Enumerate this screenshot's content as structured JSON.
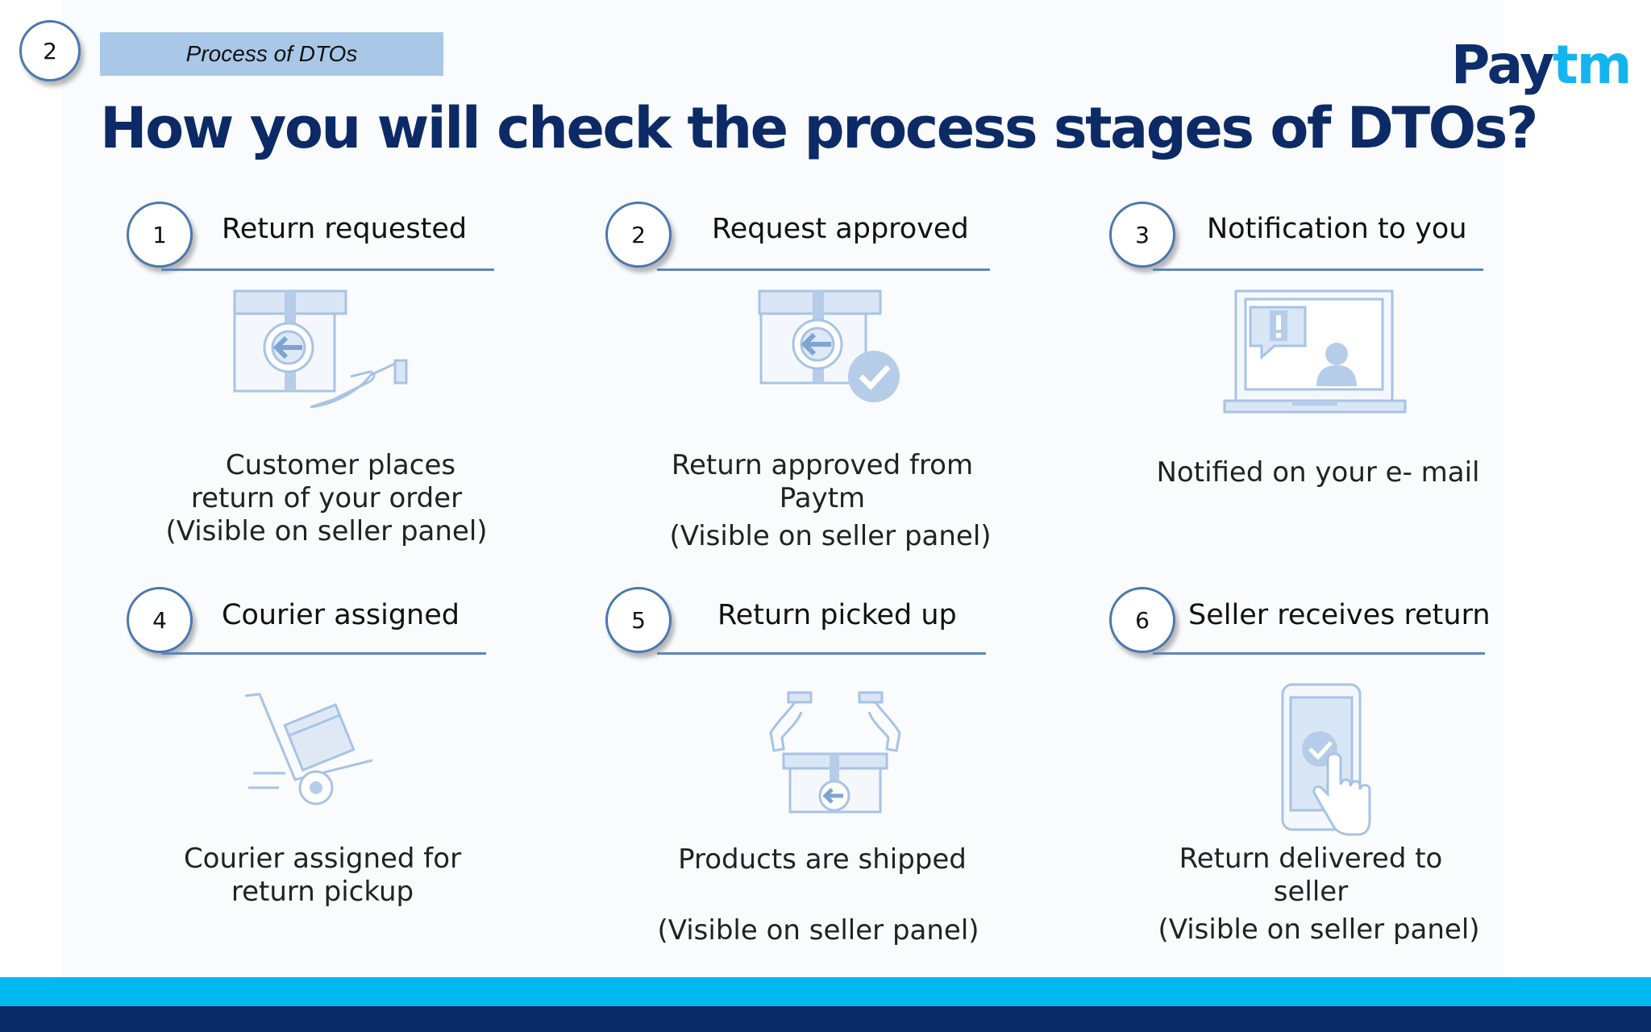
{
  "header": {
    "slide_number": "2",
    "section_label": "Process of DTOs",
    "logo_text_part1": "Pay",
    "logo_text_part2": "tm",
    "title": "How you will check the process stages of DTOs?"
  },
  "steps": [
    {
      "number": "1",
      "title": "Return requested",
      "icon": "box-return-hand-icon",
      "description": [
        "Customer places",
        "return of your order",
        "(Visible on seller panel)"
      ]
    },
    {
      "number": "2",
      "title": "Request approved",
      "icon": "box-return-checkmark-icon",
      "description": [
        "Return approved from",
        "Paytm",
        "(Visible on seller panel)"
      ]
    },
    {
      "number": "3",
      "title": "Notification to you",
      "icon": "laptop-notification-icon",
      "description": [
        "Notified on your e- mail"
      ]
    },
    {
      "number": "4",
      "title": "Courier assigned",
      "icon": "hand-truck-icon",
      "description": [
        "Courier assigned for",
        "return pickup"
      ]
    },
    {
      "number": "5",
      "title": "Return picked up",
      "icon": "hands-box-pickup-icon",
      "description": [
        "Products are shipped",
        "",
        "(Visible on seller panel)"
      ]
    },
    {
      "number": "6",
      "title": "Seller receives return",
      "icon": "phone-tap-check-icon",
      "description": [
        "Return delivered to",
        "seller",
        "(Visible on seller panel)"
      ]
    }
  ],
  "colors": {
    "title": "#0c2a66",
    "accent_light_blue": "#a9c8e8",
    "rule_blue": "#5b87ba",
    "icon_blue": "#b5cde9",
    "footer_cyan": "#00b9f1",
    "footer_navy": "#0b2a68"
  }
}
